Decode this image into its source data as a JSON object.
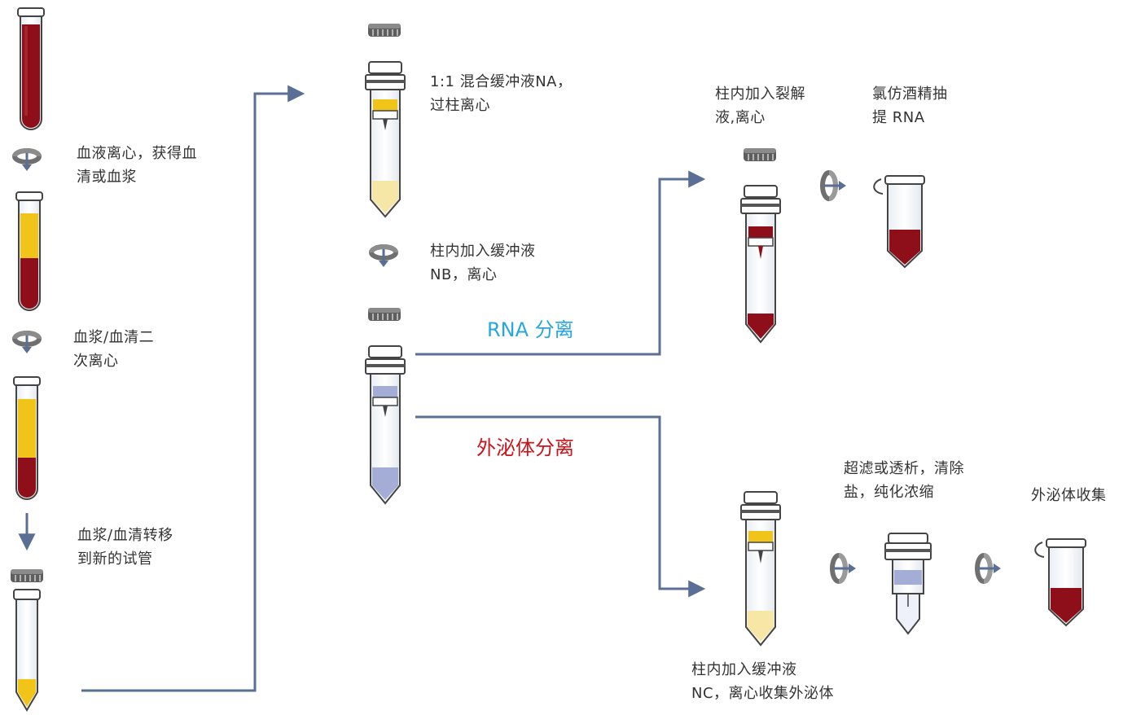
{
  "colors": {
    "flow_arrow": "#5b6f96",
    "blood_dark": "#8e0f1a",
    "plasma_yellow": "#f0c419",
    "plasma_light": "#f6e7a6",
    "buffer_blue": "#a4add6",
    "rna_branch": "#29a6e0",
    "exosome_branch": "#c9141b",
    "tube_outline": "#444444"
  },
  "steps": {
    "serum_centrifuge": [
      "血液离心，获得血",
      "清或血浆"
    ],
    "second_centrifuge": [
      "血浆/血清二",
      "次离心"
    ],
    "transfer": [
      "血浆/血清转移",
      "到新的试管"
    ],
    "mix_buffer_na": [
      "1:1 混合缓冲液NA，",
      "过柱离心"
    ],
    "add_buffer_nb": [
      "柱内加入缓冲液",
      "NB，离心"
    ],
    "add_lysis": [
      "柱内加入裂解",
      "液,离心"
    ],
    "chloroform": [
      "氯仿酒精抽",
      "提 RNA"
    ],
    "add_buffer_nc": [
      "柱内加入缓冲液",
      "NC，离心收集外泌体"
    ],
    "ultrafiltration": [
      "超滤或透析，清除",
      "盐，纯化浓缩"
    ],
    "exosome_collect": [
      "外泌体收集"
    ]
  },
  "branches": {
    "rna": "RNA 分离",
    "exosome": "外泌体分离"
  },
  "icons": [
    "centrifuge-rotation-icon",
    "flow-arrow-icon",
    "tube-cap-icon",
    "spin-column-icon",
    "collection-tube-icon"
  ]
}
